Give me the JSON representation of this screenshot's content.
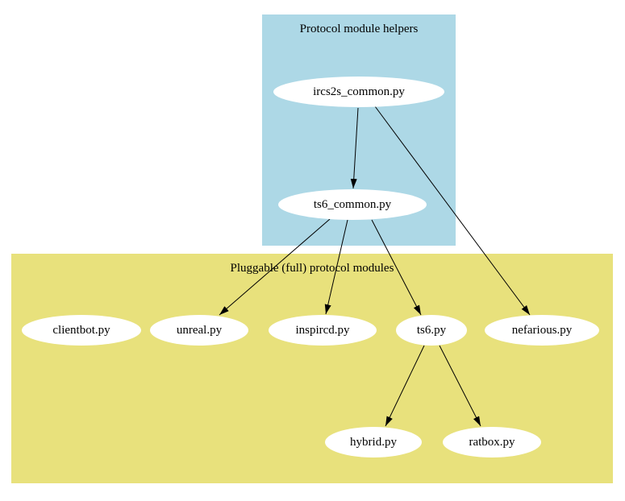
{
  "page": {
    "background": "#ffffff"
  },
  "diagram": {
    "type": "dependency-graph",
    "clusters": [
      {
        "id": "protocol-module-helpers",
        "label": "Protocol module helpers",
        "fill": "#add8e6"
      },
      {
        "id": "pluggable-protocol-modules",
        "label": "Pluggable (full) protocol modules",
        "fill": "#e8e17c"
      }
    ],
    "nodes": [
      {
        "id": "ircs2s_common",
        "label": "ircs2s_common.py",
        "fill": "#ffffff",
        "cluster": "protocol-module-helpers"
      },
      {
        "id": "ts6_common",
        "label": "ts6_common.py",
        "fill": "#ffffff",
        "cluster": "protocol-module-helpers"
      },
      {
        "id": "clientbot",
        "label": "clientbot.py",
        "fill": "#ffffff",
        "cluster": "pluggable-protocol-modules"
      },
      {
        "id": "unreal",
        "label": "unreal.py",
        "fill": "#ffffff",
        "cluster": "pluggable-protocol-modules"
      },
      {
        "id": "inspircd",
        "label": "inspircd.py",
        "fill": "#ffffff",
        "cluster": "pluggable-protocol-modules"
      },
      {
        "id": "ts6",
        "label": "ts6.py",
        "fill": "#ffffff",
        "cluster": "pluggable-protocol-modules"
      },
      {
        "id": "nefarious",
        "label": "nefarious.py",
        "fill": "#ffffff",
        "cluster": "pluggable-protocol-modules"
      },
      {
        "id": "hybrid",
        "label": "hybrid.py",
        "fill": "#ffffff",
        "cluster": "pluggable-protocol-modules"
      },
      {
        "id": "ratbox",
        "label": "ratbox.py",
        "fill": "#ffffff",
        "cluster": "pluggable-protocol-modules"
      }
    ],
    "edges": [
      {
        "from": "ircs2s_common.py",
        "to": "ts6_common.py"
      },
      {
        "from": "ircs2s_common.py",
        "to": "nefarious.py"
      },
      {
        "from": "ts6_common.py",
        "to": "unreal.py"
      },
      {
        "from": "ts6_common.py",
        "to": "inspircd.py"
      },
      {
        "from": "ts6_common.py",
        "to": "ts6.py"
      },
      {
        "from": "ts6.py",
        "to": "hybrid.py"
      },
      {
        "from": "ts6.py",
        "to": "ratbox.py"
      }
    ],
    "edge_color": "#000000"
  }
}
